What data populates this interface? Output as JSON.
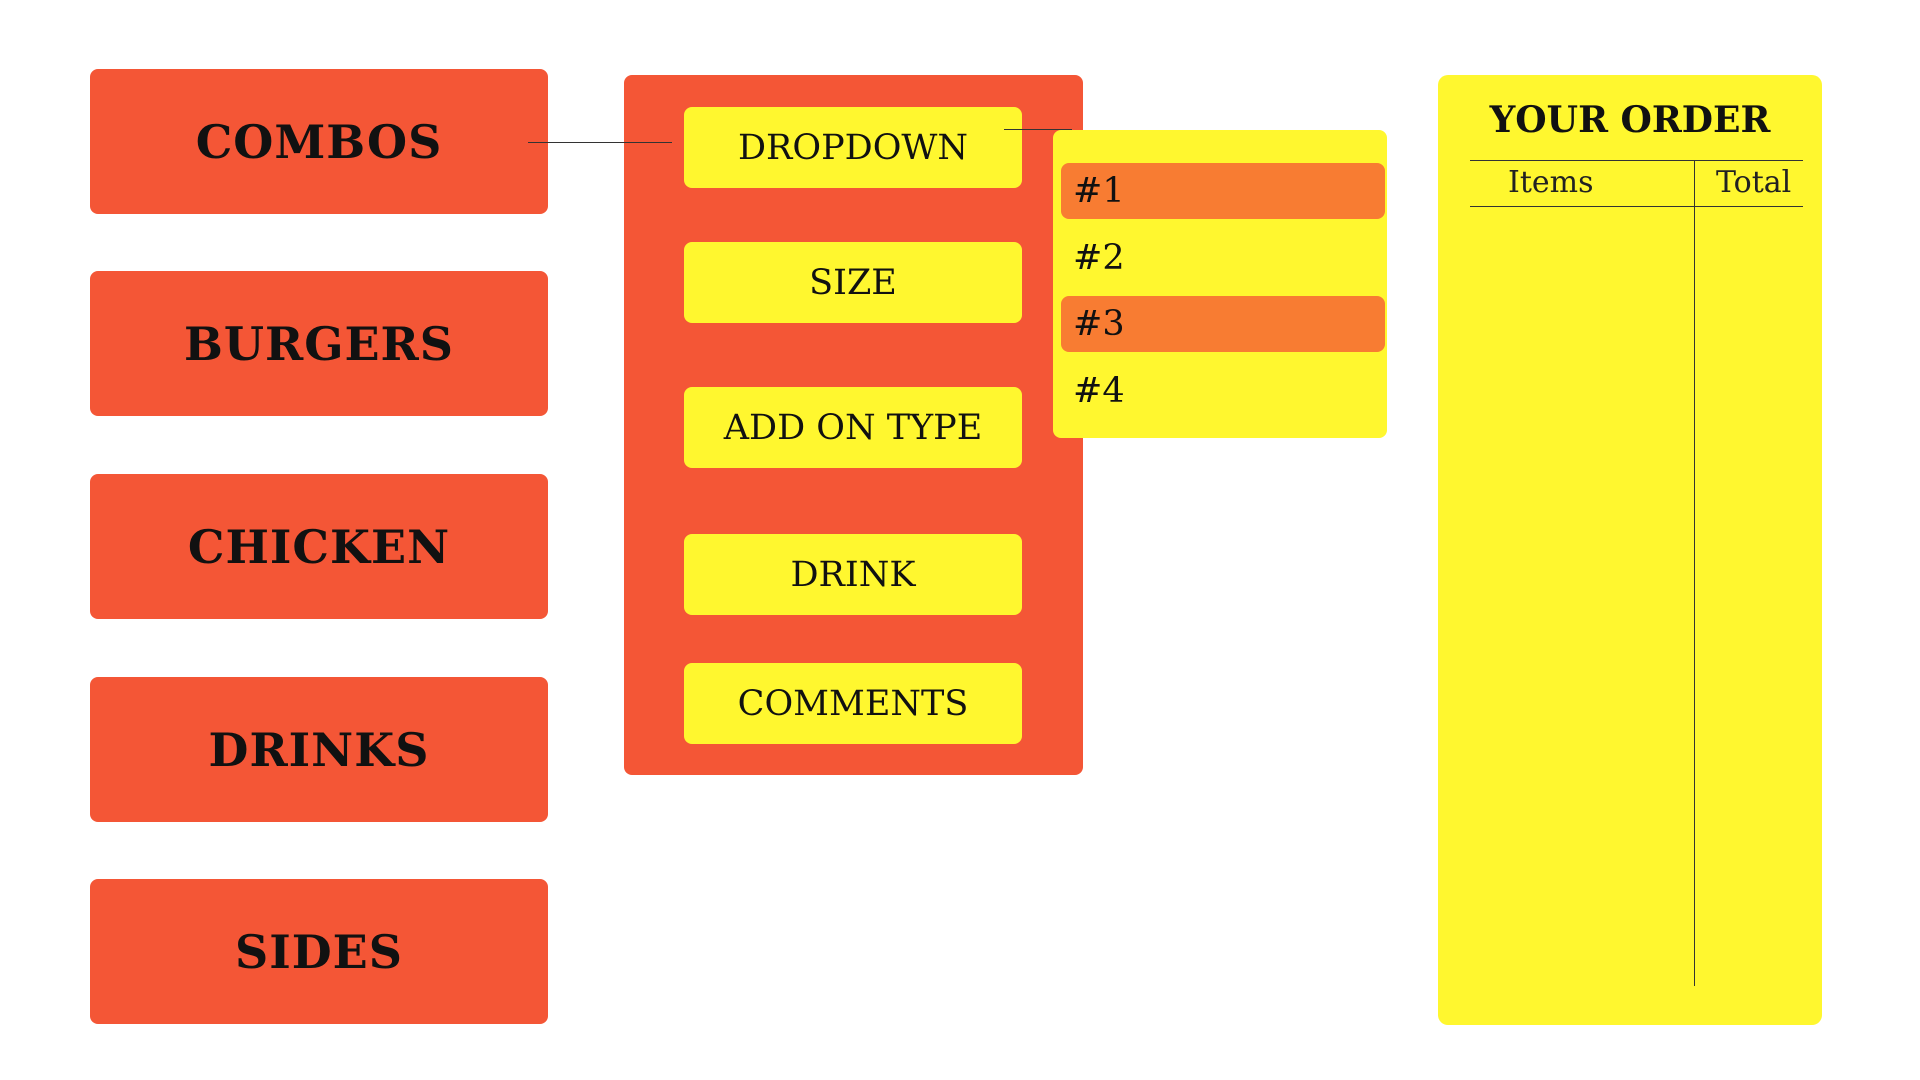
{
  "categories": [
    {
      "label": "COMBOS"
    },
    {
      "label": "BURGERS"
    },
    {
      "label": "CHICKEN"
    },
    {
      "label": "DRINKS"
    },
    {
      "label": "SIDES"
    }
  ],
  "options": [
    {
      "label": "DROPDOWN"
    },
    {
      "label": "SIZE"
    },
    {
      "label": "ADD ON TYPE"
    },
    {
      "label": "DRINK"
    },
    {
      "label": "COMMENTS"
    }
  ],
  "dropdown": {
    "items": [
      {
        "label": "#1",
        "highlighted": true
      },
      {
        "label": "#2",
        "highlighted": false
      },
      {
        "label": "#3",
        "highlighted": true
      },
      {
        "label": "#4",
        "highlighted": false
      }
    ]
  },
  "order": {
    "title": "YOUR ORDER",
    "columns": {
      "items": "Items",
      "total": "Total"
    }
  },
  "colors": {
    "category_bg": "#f45636",
    "panel_yellow": "#fff72f",
    "highlight_orange": "#f87c32"
  }
}
